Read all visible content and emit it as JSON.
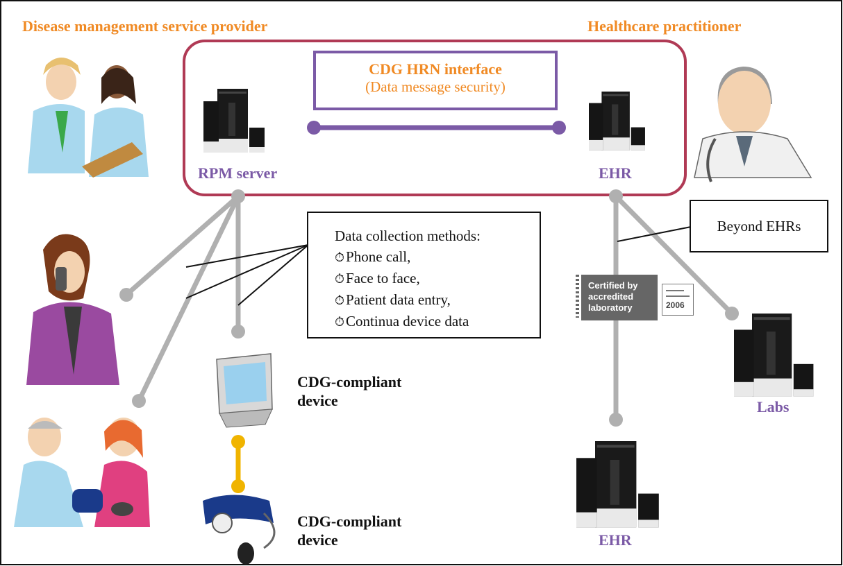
{
  "headers": {
    "left": "Disease management service provider",
    "right": "Healthcare practitioner"
  },
  "interface": {
    "title": "CDG HRN interface",
    "subtitle": "(Data message security)"
  },
  "nodes": {
    "rpm_server": "RPM server",
    "ehr_top": "EHR",
    "ehr_bottom": "EHR",
    "labs": "Labs",
    "device1": "CDG-compliant device",
    "device2": "CDG-compliant device"
  },
  "methods": {
    "title": "Data collection methods:",
    "items": [
      "Phone call,",
      "Face to face,",
      "Patient data entry,",
      "Continua device data"
    ],
    "bullet": "⏱"
  },
  "beyond": "Beyond EHRs",
  "certification": {
    "text": "Certified by accredited laboratory",
    "year": "2006"
  },
  "colors": {
    "orange": "#f08a24",
    "purple": "#7b5aa6",
    "maroon": "#b03a55",
    "connector": "#b0b0b0",
    "device_link": "#f0b400"
  }
}
